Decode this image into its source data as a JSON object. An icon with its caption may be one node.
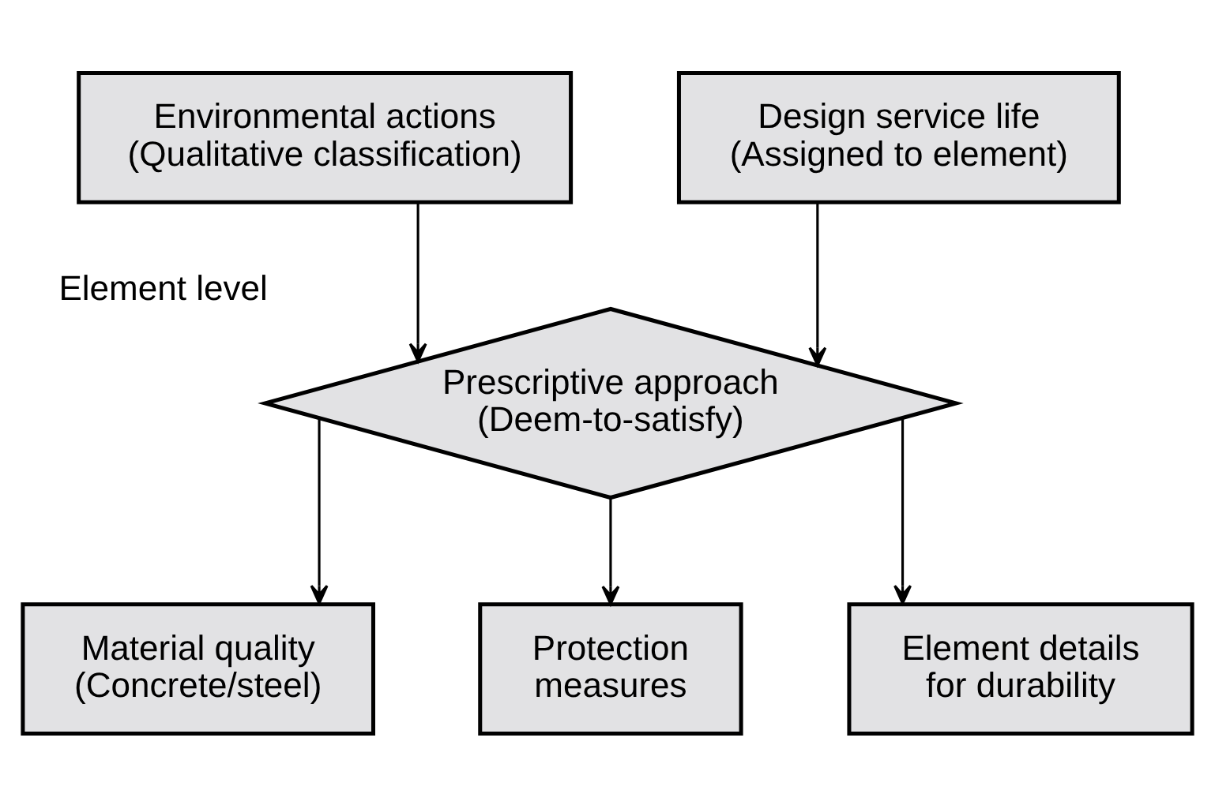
{
  "diagram": {
    "nodes": [
      {
        "text": [
          "Environmental actions",
          "(Qualitative classification)"
        ]
      },
      {
        "text": [
          "Design service life",
          "(Assigned to element)"
        ]
      },
      {
        "text": [
          "Prescriptive approach",
          "(Deem-to-satisfy)"
        ],
        "beside": [
          "Element level"
        ]
      },
      {
        "text": [
          "Material quality",
          "(Concrete/steel)"
        ]
      },
      {
        "text": [
          "Protection measures"
        ]
      },
      {
        "text": [
          "Element details for durability"
        ]
      }
    ],
    "edges": [
      {
        "from": 0,
        "to": 2,
        "arrow": "to"
      },
      {
        "from": 1,
        "to": 2,
        "arrow": "to"
      },
      {
        "from": 2,
        "to": 3,
        "arrow": "to"
      },
      {
        "from": 2,
        "to": 4,
        "arrow": "to"
      },
      {
        "from": 2,
        "to": 5,
        "arrow": "to"
      }
    ]
  }
}
